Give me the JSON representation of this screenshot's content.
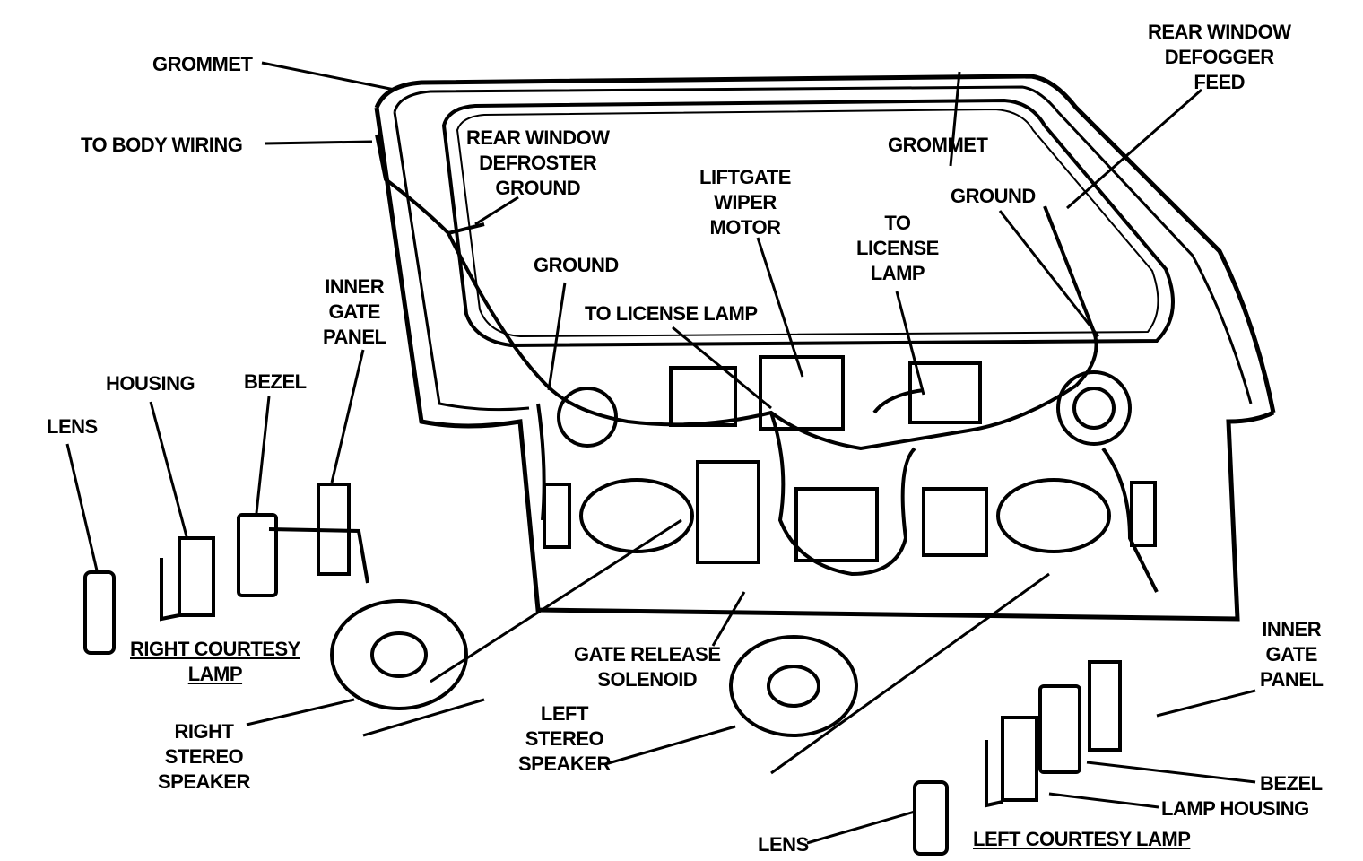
{
  "labels": {
    "grommet_top": "GROMMET",
    "to_body_wiring": "TO BODY WIRING",
    "rear_window_defroster_ground": [
      "REAR WINDOW",
      "DEFROSTER",
      "GROUND"
    ],
    "liftgate_wiper_motor": [
      "LIFTGATE",
      "WIPER",
      "MOTOR"
    ],
    "grommet_right": "GROMMET",
    "rear_window_defogger_feed": [
      "REAR WINDOW",
      "DEFOGGER",
      "FEED"
    ],
    "ground_right": "GROUND",
    "to_license_lamp_upper": [
      "TO",
      "LICENSE",
      "LAMP"
    ],
    "ground_center": "GROUND",
    "to_license_lamp": "TO LICENSE LAMP",
    "inner_gate_panel_left": [
      "INNER",
      "GATE",
      "PANEL"
    ],
    "housing": "HOUSING",
    "bezel_left": "BEZEL",
    "lens_left": "LENS",
    "right_courtesy_lamp": [
      "RIGHT COURTESY",
      "LAMP"
    ],
    "right_stereo_speaker": [
      "RIGHT",
      "STEREO",
      "SPEAKER"
    ],
    "gate_release_solenoid": [
      "GATE RELEASE",
      "SOLENOID"
    ],
    "left_stereo_speaker": [
      "LEFT",
      "STEREO",
      "SPEAKER"
    ],
    "inner_gate_panel_right": [
      "INNER",
      "GATE",
      "PANEL"
    ],
    "bezel_right": "BEZEL",
    "lamp_housing": "LAMP HOUSING",
    "lens_right": "LENS",
    "left_courtesy_lamp": "LEFT COURTESY LAMP"
  }
}
